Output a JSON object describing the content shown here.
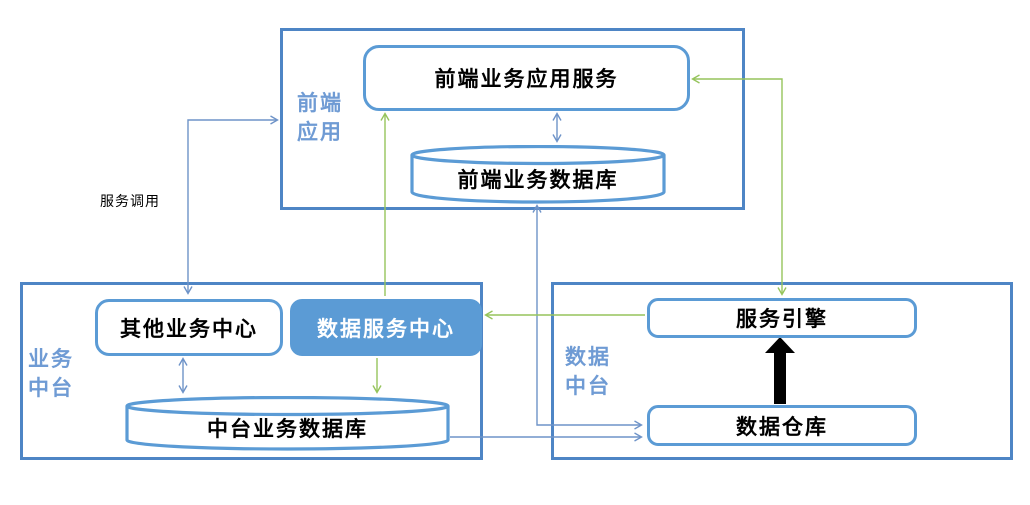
{
  "diagram": {
    "containers": {
      "frontend": {
        "label": "前端\n应用"
      },
      "business": {
        "label": "业务\n中台"
      },
      "data": {
        "label": "数据\n中台"
      }
    },
    "nodes": {
      "front_app_service": {
        "label": "前端业务应用服务",
        "shape": "rounded-rect"
      },
      "front_db": {
        "label": "前端业务数据库",
        "shape": "cylinder"
      },
      "other_center": {
        "label": "其他业务中心",
        "shape": "rounded-rect"
      },
      "data_service_center": {
        "label": "数据服务中心",
        "shape": "rounded-rect-filled"
      },
      "mid_db": {
        "label": "中台业务数据库",
        "shape": "cylinder"
      },
      "service_engine": {
        "label": "服务引擎",
        "shape": "rounded-rect"
      },
      "data_warehouse": {
        "label": "数据仓库",
        "shape": "rounded-rect"
      }
    },
    "edge_labels": {
      "service_call": "服务调用"
    },
    "colors": {
      "container_border": "#4e85c5",
      "node_border": "#5b9bd5",
      "node_fill_accent": "#5b9bd5",
      "label_blue": "#6f9bd4",
      "connector_blue": "#6e93c8",
      "connector_green": "#96c45c",
      "connector_black": "#000000"
    }
  }
}
